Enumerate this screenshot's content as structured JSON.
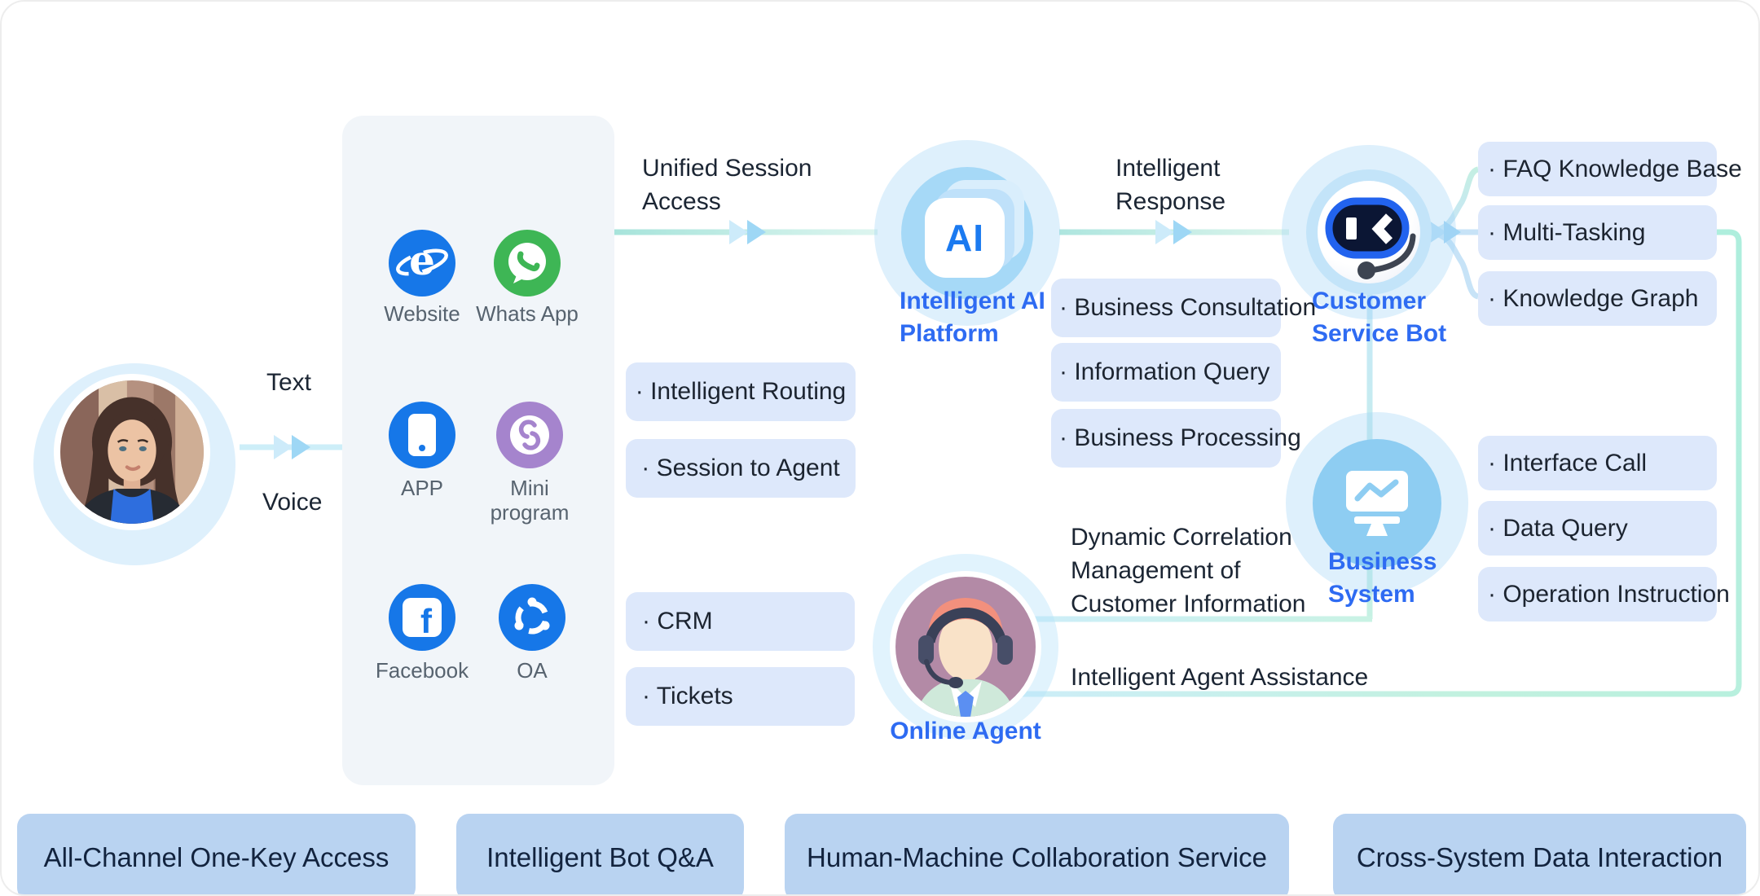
{
  "user_node": {
    "text_label": "Text",
    "voice_label": "Voice"
  },
  "channels": {
    "website": "Website",
    "whatsapp": "Whats App",
    "app": "APP",
    "mini_line1": "Mini",
    "mini_line2": "program",
    "facebook": "Facebook",
    "oa": "OA"
  },
  "labels": {
    "unified_line1": "Unified Session",
    "unified_line2": "Access",
    "response_line1": "Intelligent",
    "response_line2": "Response",
    "dynamic_line1": "Dynamic Correlation",
    "dynamic_line2": "Management of",
    "dynamic_line3": "Customer Information",
    "assist": "Intelligent Agent Assistance"
  },
  "nodes": {
    "ai": {
      "icon": "AI",
      "line1": "Intelligent AI",
      "line2": "Platform"
    },
    "bot": {
      "line1": "Customer",
      "line2": "Service Bot"
    },
    "biz": {
      "line1": "Business",
      "line2": "System"
    },
    "agent": {
      "label": "Online Agent"
    }
  },
  "pills": {
    "routing": "· Intelligent Routing",
    "session": "· Session to Agent",
    "crm": "· CRM",
    "tickets": "· Tickets",
    "consult": "· Business Consultation",
    "info": "· Information Query",
    "processing": "· Business Processing",
    "faq": "· FAQ Knowledge Base",
    "multi": "· Multi-Tasking",
    "kg": "· Knowledge Graph",
    "interface": "· Interface Call",
    "dataq": "· Data Query",
    "op": "· Operation Instruction"
  },
  "bars": [
    {
      "label": "All-Channel One-Key Access"
    },
    {
      "label": "Intelligent Bot Q&A"
    },
    {
      "label": "Human-Machine Collaboration Service"
    },
    {
      "label": "Cross-System Data Interaction"
    }
  ],
  "colors": {
    "accent_blue": "#2e6bf2",
    "icon_blue": "#1677e8",
    "whatsapp_green": "#3eb655",
    "mini_purple": "#a584cd",
    "pill_bg": "#dde8fb",
    "bar_bg": "#b9d3f1",
    "panel_bg": "#f1f5f9",
    "line_teal": "#a7e4db",
    "line_cyan": "#cdeef8",
    "line_mint": "#c6f1e3"
  }
}
